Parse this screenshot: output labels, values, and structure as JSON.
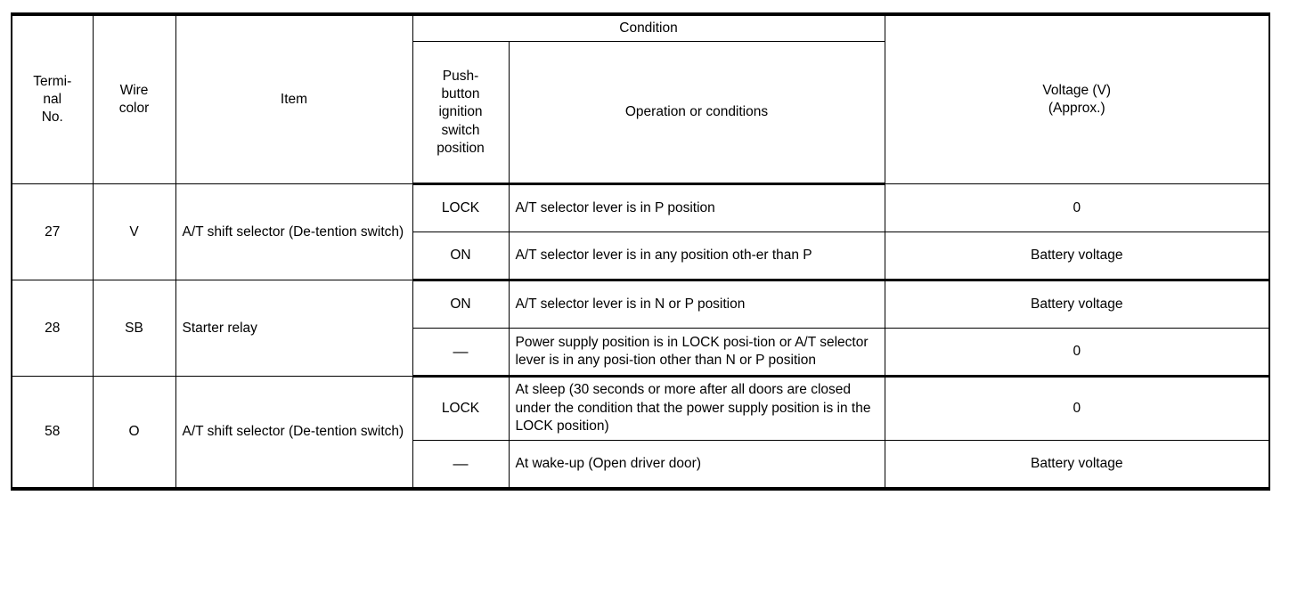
{
  "table": {
    "headers": {
      "terminal_no": "Termi-\nnal\nNo.",
      "terminal_no_line1": "Termi-",
      "terminal_no_line2": "nal",
      "terminal_no_line3": "No.",
      "wire_color_line1": "Wire",
      "wire_color_line2": "color",
      "item": "Item",
      "condition": "Condition",
      "push_button_line1": "Push-",
      "push_button_line2": "button",
      "push_button_line3": "ignition",
      "push_button_line4": "switch",
      "push_button_line5": "position",
      "operation_or_conditions": "Operation or conditions",
      "voltage_line1": "Voltage (V)",
      "voltage_line2": "(Approx.)"
    },
    "rows": [
      {
        "terminal_no": "27",
        "wire_color": "V",
        "item": "A/T shift selector (De-tention switch)",
        "conditions": [
          {
            "switch_position": "LOCK",
            "operation": "A/T selector lever is in P position",
            "voltage": "0"
          },
          {
            "switch_position": "ON",
            "operation": "A/T selector lever is in any position oth-er than P",
            "voltage": "Battery voltage"
          }
        ]
      },
      {
        "terminal_no": "28",
        "wire_color": "SB",
        "item": "Starter relay",
        "conditions": [
          {
            "switch_position": "ON",
            "operation": "A/T selector lever is in N or P position",
            "voltage": "Battery voltage"
          },
          {
            "switch_position": "—",
            "operation": "Power supply position is in LOCK posi-tion or A/T selector lever is in any posi-tion other than N or P position",
            "voltage": "0"
          }
        ]
      },
      {
        "terminal_no": "58",
        "wire_color": "O",
        "item": "A/T shift selector (De-tention switch)",
        "conditions": [
          {
            "switch_position": "LOCK",
            "operation": "At sleep (30 seconds or more after all doors are closed under the condition that the power supply position is in the LOCK position)",
            "voltage": "0"
          },
          {
            "switch_position": "—",
            "operation": "At wake-up (Open driver door)",
            "voltage": "Battery voltage"
          }
        ]
      }
    ]
  },
  "colors": {
    "border": "#000000",
    "text": "#000000",
    "background": "#ffffff"
  }
}
